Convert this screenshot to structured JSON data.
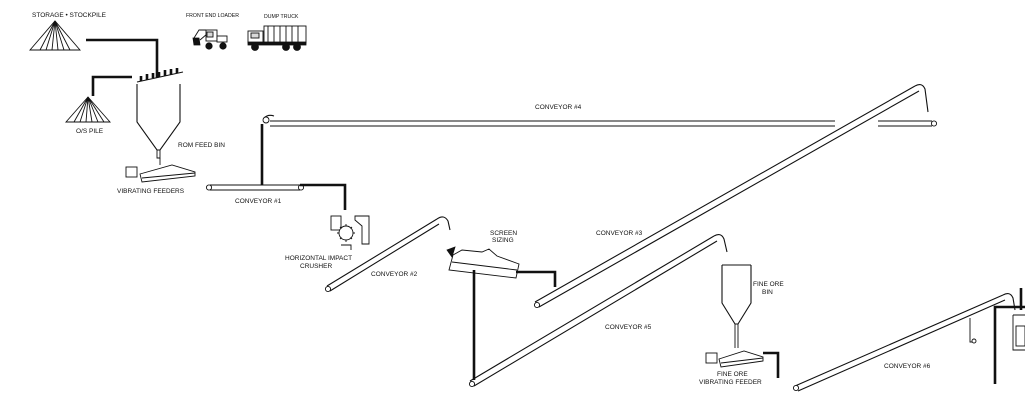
{
  "diagram": {
    "labels": {
      "storage_stockpile": "STORAGE • STOCKPILE",
      "front_end_loader": "FRONT END LOADER",
      "dump_truck": "DUMP TRUCK",
      "os_pile": "O/S PILE",
      "rom_feed_bin": "ROM FEED BIN",
      "vibrating_feeders": "VIBRATING FEEDERS",
      "conveyor_1": "CONVEYOR #1",
      "conveyor_2": "CONVEYOR #2",
      "conveyor_3": "CONVEYOR #3",
      "conveyor_4": "CONVEYOR #4",
      "conveyor_5": "CONVEYOR #5",
      "conveyor_6": "CONVEYOR #6",
      "horizontal_impact_crusher_line1": "HORIZONTAL IMPACT",
      "horizontal_impact_crusher_line2": "CRUSHER",
      "screen_sizing_line1": "SCREEN",
      "screen_sizing_line2": "SIZING",
      "fine_ore_bin_line1": "FINE ORE",
      "fine_ore_bin_line2": "BIN",
      "fine_ore_feeder_line1": "FINE ORE",
      "fine_ore_feeder_line2": "VIBRATING FEEDER"
    },
    "icons": {
      "stockpile": "stockpile-icon",
      "loader": "front-end-loader-icon",
      "truck": "dump-truck-icon",
      "grizzly": "grizzly-icon",
      "hopper": "hopper-icon",
      "feeder": "vibrating-feeder-icon",
      "crusher": "impact-crusher-icon",
      "screen": "vibrating-screen-icon"
    }
  }
}
